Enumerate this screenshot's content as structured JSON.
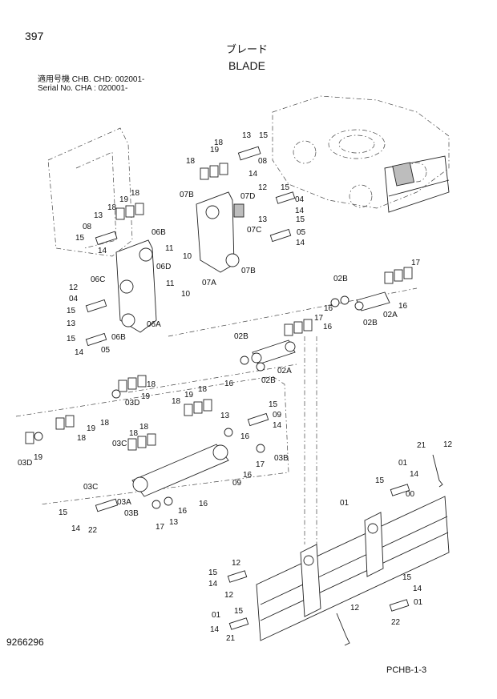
{
  "header": {
    "page_number": "397",
    "title_jp": "ブレード",
    "title_en": "BLADE",
    "serial_line1": "適用号機 CHB. CHD: 002001-",
    "serial_line2": "Serial No. CHA    : 020001-"
  },
  "footer": {
    "doc_number": "9266296",
    "page_ref": "PCHB-1-3"
  },
  "callouts": [
    {
      "key": "c13a",
      "text": "13"
    },
    {
      "key": "c15a",
      "text": "15"
    },
    {
      "key": "c19a",
      "text": "19"
    },
    {
      "key": "c18a",
      "text": "18"
    },
    {
      "key": "c18b",
      "text": "18"
    },
    {
      "key": "c08a",
      "text": "08"
    },
    {
      "key": "c14a",
      "text": "14"
    },
    {
      "key": "c12a",
      "text": "12"
    },
    {
      "key": "c15b",
      "text": "15"
    },
    {
      "key": "c07B",
      "text": "07B"
    },
    {
      "key": "c07D",
      "text": "07D"
    },
    {
      "key": "c04a",
      "text": "04"
    },
    {
      "key": "c14b",
      "text": "14"
    },
    {
      "key": "c13b",
      "text": "13"
    },
    {
      "key": "c15c",
      "text": "15"
    },
    {
      "key": "c07C",
      "text": "07C"
    },
    {
      "key": "c05a",
      "text": "05"
    },
    {
      "key": "c14c",
      "text": "14"
    },
    {
      "key": "c07Ba",
      "text": "07B"
    },
    {
      "key": "c07A",
      "text": "07A"
    },
    {
      "key": "c19b",
      "text": "19"
    },
    {
      "key": "c18c",
      "text": "18"
    },
    {
      "key": "c18d",
      "text": "18"
    },
    {
      "key": "c13c",
      "text": "13"
    },
    {
      "key": "c08b",
      "text": "08"
    },
    {
      "key": "c15d",
      "text": "15"
    },
    {
      "key": "c14d",
      "text": "14"
    },
    {
      "key": "c06B",
      "text": "06B"
    },
    {
      "key": "c11a",
      "text": "11"
    },
    {
      "key": "c10a",
      "text": "10"
    },
    {
      "key": "c06D",
      "text": "06D"
    },
    {
      "key": "c06C",
      "text": "06C"
    },
    {
      "key": "c12b",
      "text": "12"
    },
    {
      "key": "c04b",
      "text": "04"
    },
    {
      "key": "c15e",
      "text": "15"
    },
    {
      "key": "c13d",
      "text": "13"
    },
    {
      "key": "c15f",
      "text": "15"
    },
    {
      "key": "c14e",
      "text": "14"
    },
    {
      "key": "c05b",
      "text": "05"
    },
    {
      "key": "c06Ba",
      "text": "06B"
    },
    {
      "key": "c06A",
      "text": "06A"
    },
    {
      "key": "c11b",
      "text": "11"
    },
    {
      "key": "c10b",
      "text": "10"
    },
    {
      "key": "c02Ba",
      "text": "02B"
    },
    {
      "key": "c17a",
      "text": "17"
    },
    {
      "key": "c16a",
      "text": "16"
    },
    {
      "key": "c16b",
      "text": "16"
    },
    {
      "key": "c02Bb",
      "text": "02B"
    },
    {
      "key": "c02Aa",
      "text": "02A"
    },
    {
      "key": "c17b",
      "text": "17"
    },
    {
      "key": "c16c",
      "text": "16"
    },
    {
      "key": "c02Bc",
      "text": "02B"
    },
    {
      "key": "c16d",
      "text": "16"
    },
    {
      "key": "c02Bd",
      "text": "02B"
    },
    {
      "key": "c02Ab",
      "text": "02A"
    },
    {
      "key": "c18e",
      "text": "18"
    },
    {
      "key": "c19c",
      "text": "19"
    },
    {
      "key": "c03Da",
      "text": "03D"
    },
    {
      "key": "c18f",
      "text": "18"
    },
    {
      "key": "c19d",
      "text": "19"
    },
    {
      "key": "c18g",
      "text": "18"
    },
    {
      "key": "c15g",
      "text": "15"
    },
    {
      "key": "c13e",
      "text": "13"
    },
    {
      "key": "c09a",
      "text": "09"
    },
    {
      "key": "c14f",
      "text": "14"
    },
    {
      "key": "c18h",
      "text": "18"
    },
    {
      "key": "c19e",
      "text": "19"
    },
    {
      "key": "c18i",
      "text": "18"
    },
    {
      "key": "c03Db",
      "text": "03D"
    },
    {
      "key": "c19f",
      "text": "19"
    },
    {
      "key": "c18j",
      "text": "18"
    },
    {
      "key": "c18k",
      "text": "18"
    },
    {
      "key": "c03C",
      "text": "03C"
    },
    {
      "key": "c16e",
      "text": "16"
    },
    {
      "key": "c03B",
      "text": "03B"
    },
    {
      "key": "c17c",
      "text": "17"
    },
    {
      "key": "c16f",
      "text": "16"
    },
    {
      "key": "c09b",
      "text": "09"
    },
    {
      "key": "c03Ca",
      "text": "03C"
    },
    {
      "key": "c03A",
      "text": "03A"
    },
    {
      "key": "c03Ba",
      "text": "03B"
    },
    {
      "key": "c16g",
      "text": "16"
    },
    {
      "key": "c16h",
      "text": "16"
    },
    {
      "key": "c17d",
      "text": "17"
    },
    {
      "key": "c13f",
      "text": "13"
    },
    {
      "key": "c15h",
      "text": "15"
    },
    {
      "key": "c14g",
      "text": "14"
    },
    {
      "key": "c22a",
      "text": "22"
    },
    {
      "key": "c21a",
      "text": "21"
    },
    {
      "key": "c12c",
      "text": "12"
    },
    {
      "key": "c01a",
      "text": "01"
    },
    {
      "key": "c15i",
      "text": "15"
    },
    {
      "key": "c14h",
      "text": "14"
    },
    {
      "key": "c00",
      "text": "00"
    },
    {
      "key": "c01b",
      "text": "01"
    },
    {
      "key": "c12d",
      "text": "12"
    },
    {
      "key": "c15j",
      "text": "15"
    },
    {
      "key": "c14i",
      "text": "14"
    },
    {
      "key": "c12e",
      "text": "12"
    },
    {
      "key": "c15k",
      "text": "15"
    },
    {
      "key": "c14j",
      "text": "14"
    },
    {
      "key": "c01c",
      "text": "01"
    },
    {
      "key": "c22b",
      "text": "22"
    },
    {
      "key": "c12f",
      "text": "12"
    },
    {
      "key": "c01d",
      "text": "01"
    },
    {
      "key": "c15l",
      "text": "15"
    },
    {
      "key": "c14k",
      "text": "14"
    },
    {
      "key": "c21b",
      "text": "21"
    }
  ]
}
